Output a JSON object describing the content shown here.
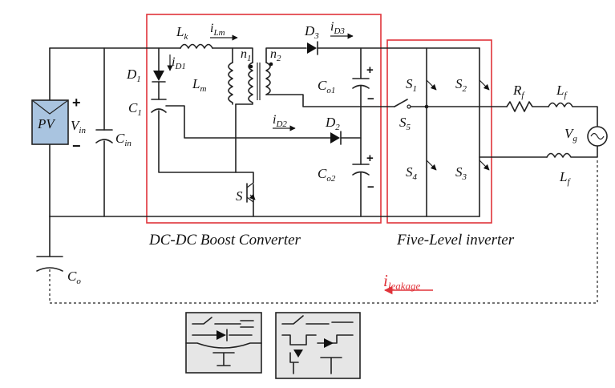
{
  "labels": {
    "Lk": [
      "L",
      "k"
    ],
    "iLm": [
      "i",
      "Lm"
    ],
    "n1": [
      "n",
      "1"
    ],
    "n2": [
      "n",
      "2"
    ],
    "D3": [
      "D",
      "3"
    ],
    "iD3": [
      "i",
      "D3"
    ],
    "iD1": [
      "i",
      "D1"
    ],
    "D1": [
      "D",
      "1"
    ],
    "Lm": [
      "L",
      "m"
    ],
    "Co1": [
      "C",
      "o1"
    ],
    "C1": [
      "C",
      "1"
    ],
    "iD2": [
      "i",
      "D2"
    ],
    "D2": [
      "D",
      "2"
    ],
    "Co2": [
      "C",
      "o2"
    ],
    "S": [
      "S",
      ""
    ],
    "PV": "PV",
    "Vin": [
      "V",
      "in"
    ],
    "Cin": [
      "C",
      "in"
    ],
    "Co": [
      "C",
      "o"
    ],
    "S1": [
      "S",
      "1"
    ],
    "S2": [
      "S",
      "2"
    ],
    "S3": [
      "S",
      "3"
    ],
    "S4": [
      "S",
      "4"
    ],
    "S5": [
      "S",
      "5"
    ],
    "Rf": [
      "R",
      "f"
    ],
    "Lf1": [
      "L",
      "f"
    ],
    "Lf2": [
      "L",
      "f"
    ],
    "Vg": [
      "V",
      "g"
    ],
    "ileak": [
      "i",
      "leakage"
    ]
  },
  "signs": {
    "plus": "+",
    "minus": "−"
  },
  "blocks": {
    "dcdc": "DC-DC Boost Converter",
    "inverter": "Five-Level inverter"
  },
  "colors": {
    "highlight": "#e0333a",
    "pv_fill": "#a9c4e0",
    "inset_fill": "#e6e6e6"
  },
  "icons": [
    "pv-panel-icon",
    "ac-source-icon",
    "switch-diode-inset-icon",
    "igbt-pair-inset-icon"
  ]
}
